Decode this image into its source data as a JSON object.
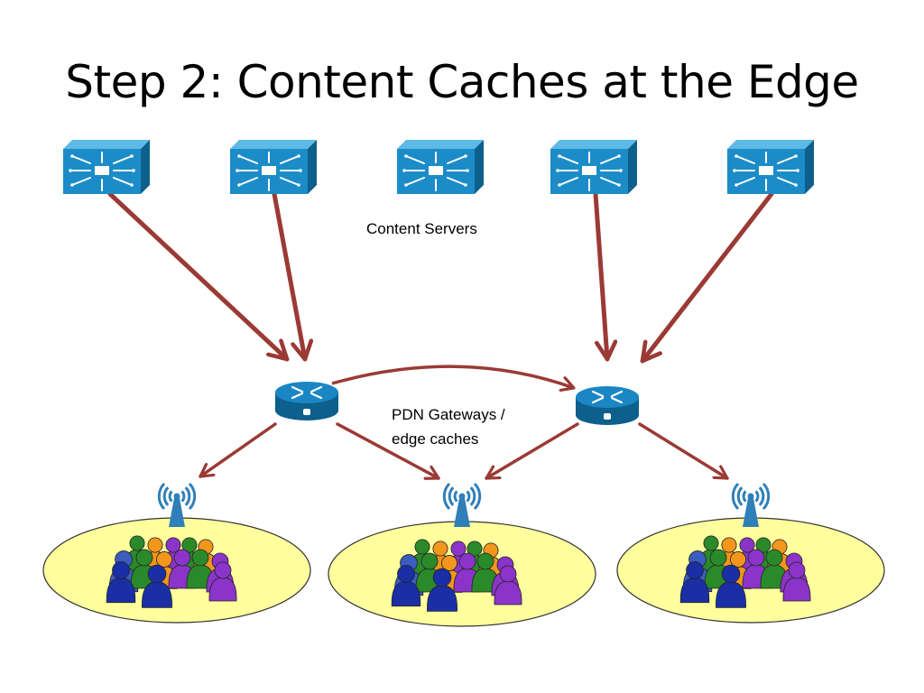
{
  "slide": {
    "title": "Step 2: Content Caches at the Edge"
  },
  "labels": {
    "content_servers": "Content Servers",
    "gateways_line1": "PDN Gateways /",
    "gateways_line2": "edge caches"
  },
  "colors": {
    "arrow": "#9b3a35",
    "device_front": "#1c8cc8",
    "device_top": "#5db9e6",
    "device_side": "#0d5f8c",
    "router": "#1a86c4",
    "cell_fill": "#ffff9e",
    "cell_stroke": "#333333",
    "tower": "#2f7fb8",
    "people": [
      "#3a5dbf",
      "#f2961c",
      "#2a8a2a",
      "#8b34c9",
      "#1a2fa5"
    ]
  },
  "icons": {
    "server": "switch-icon",
    "gateway": "router-icon",
    "tower": "antenna-tower-icon",
    "people": "user-group-icon"
  }
}
